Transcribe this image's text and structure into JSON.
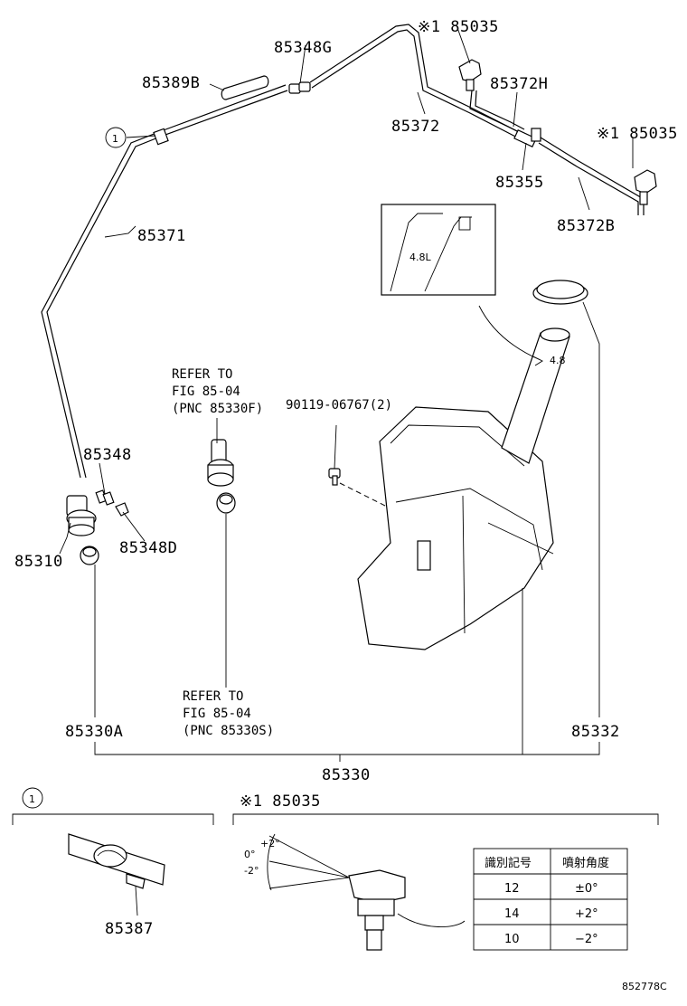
{
  "labels": {
    "p85035_top": "※1 85035",
    "p85348g": "85348G",
    "p85389b": "85389B",
    "p85372h": "85372H",
    "p85372": "85372",
    "p85035_right": "※1 85035",
    "p85355": "85355",
    "p85372b": "85372B",
    "p85371": "85371",
    "p85348": "85348",
    "p85310": "85310",
    "p85348d": "85348D",
    "p90119": "90119-06767(2)",
    "p85330a": "85330A",
    "p85332": "85332",
    "p85330": "85330",
    "p85387": "85387",
    "detail_title": "※1 85035",
    "callout1": "1",
    "callout1_detail": "1",
    "tank_capacity": "4.8L",
    "tank_mark": "4.8",
    "diagram_code": "852778C"
  },
  "refer_upper": [
    "REFER TO",
    "FIG 85-04",
    "(PNC 85330F)"
  ],
  "refer_lower": [
    "REFER TO",
    "FIG 85-04",
    "(PNC 85330S)"
  ],
  "angles": {
    "plus2": "+2°",
    "zero": "0°",
    "minus2": "-2°"
  },
  "spray_table": {
    "headers": [
      "識別記号",
      "噴射角度"
    ],
    "rows": [
      [
        "12",
        "±0°"
      ],
      [
        "14",
        "+2°"
      ],
      [
        "10",
        "−2°"
      ]
    ]
  }
}
